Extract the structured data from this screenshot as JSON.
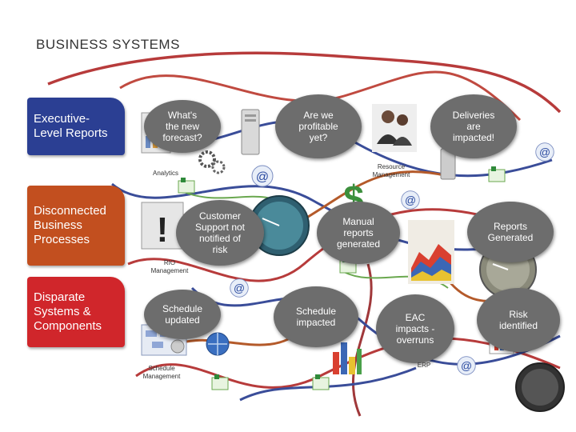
{
  "title": "Business Systems",
  "side_boxes": {
    "exec": "Executive-\nLevel Reports",
    "disconnected": "Disconnected\nBusiness\nProcesses",
    "disparate": "Disparate\nSystems &\nComponents"
  },
  "bubbles": {
    "forecast": "What's\nthe new\nforecast?",
    "profitable": "Are we\nprofitable\nyet?",
    "deliveries": "Deliveries\nare\nimpacted!",
    "customer": "Customer\nSupport not\nnotified of\nrisk",
    "manual": "Manual\nreports\ngenerated",
    "reports": "Reports\nGenerated",
    "schedule_updated": "Schedule\nupdated",
    "schedule_impacted": "Schedule\nimpacted",
    "eac": "EAC\nimpacts -\noverruns",
    "risk": "Risk\nidentified"
  },
  "labels": {
    "analytics": "Analytics",
    "resource": "Resource\nManagement",
    "rio": "RIO\nManagement",
    "schedule_mgmt": "Schedule\nManagement",
    "erp": "ERP"
  },
  "colors": {
    "exec_box": "#2b3f93",
    "disconnected_box": "#c24f1f",
    "disparate_box": "#d0262b",
    "bubble": "#6d6d6d",
    "wire_red": "#b73b3b",
    "wire_blue": "#3a4d99",
    "wire_orange": "#b45a2a",
    "wire_green": "#6aa84f"
  },
  "icons": [
    "email-icon",
    "server-icon",
    "people-icon",
    "dollar-icon",
    "gauge-icon",
    "warning-icon",
    "chart-icon",
    "gear-icon",
    "globe-icon",
    "calendar-icon",
    "excel-icon"
  ]
}
